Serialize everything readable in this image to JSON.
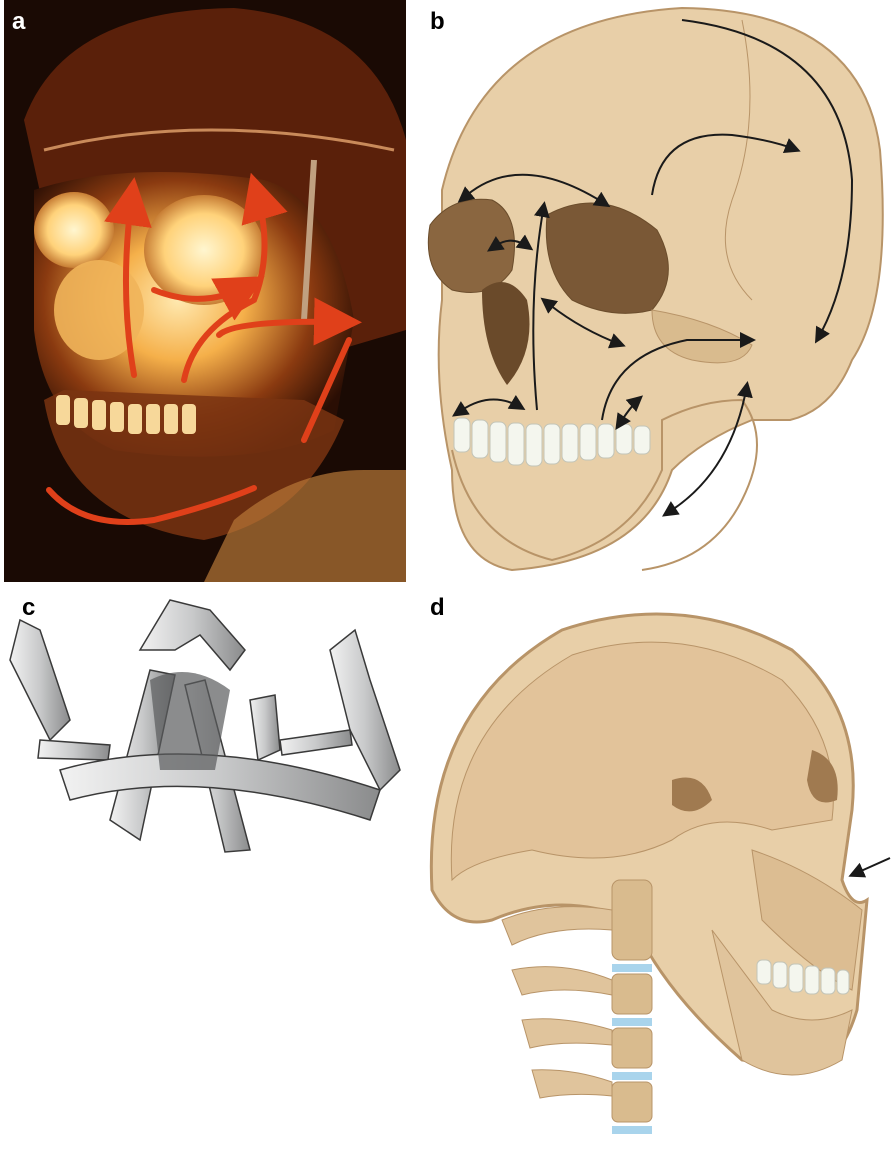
{
  "panels": {
    "a": {
      "label": "a"
    },
    "b": {
      "label": "b"
    },
    "c": {
      "label": "c"
    },
    "d": {
      "label": "d"
    }
  },
  "colors": {
    "photo_background": "#1a0a04",
    "photo_glow": "#ffd27a",
    "red_arrow": "#e0401a",
    "bone": "#e8cfa8",
    "bone_shadow": "#c9a77a",
    "black_arrow": "#1a1a1a",
    "teeth": "#f4f6ee",
    "buttress_gray": "#d9dadb",
    "disc_blue": "#a9d4ec"
  },
  "icons": {
    "panel_a": "transilluminated-skull-photo",
    "panel_b": "skull-with-force-arrows",
    "panel_c": "facial-buttress-model",
    "panel_d": "sagittal-skull-section"
  }
}
